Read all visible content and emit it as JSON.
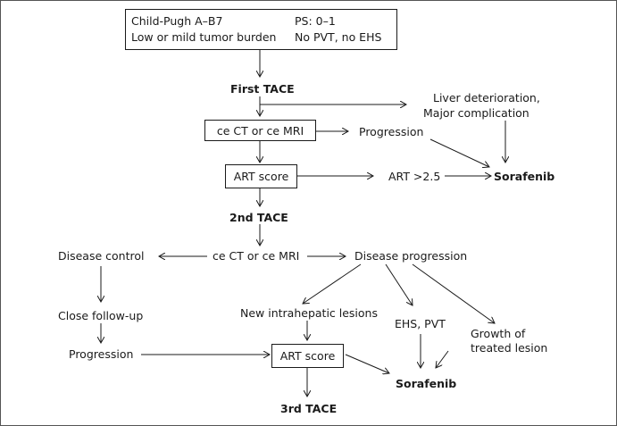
{
  "eligibility": {
    "line1_left": "Child-Pugh A–B7",
    "line2_left": "Low or mild tumor burden",
    "line1_right": "PS: 0–1",
    "line2_right": "No PVT, no EHS"
  },
  "first_tace": "First TACE",
  "liver_deterioration": [
    "Liver deterioration,",
    "Major complication"
  ],
  "ce_ct_mri_1": "ce CT or ce MRI",
  "progression_1": "Progression",
  "art_score_1": "ART score",
  "art_threshold": "ART >2.5",
  "sorafenib_1": "Sorafenib",
  "second_tace": "2nd TACE",
  "ce_ct_mri_2": "ce CT or ce MRI",
  "disease_control": "Disease control",
  "disease_progression": "Disease progression",
  "close_follow_up": "Close follow-up",
  "new_intrahepatic": "New intrahepatic lesions",
  "ehs_pvt": "EHS, PVT",
  "growth_treated": [
    "Growth of",
    "treated lesion"
  ],
  "progression_2": "Progression",
  "art_score_2": "ART score",
  "sorafenib_2": "Sorafenib",
  "third_tace": "3rd TACE"
}
